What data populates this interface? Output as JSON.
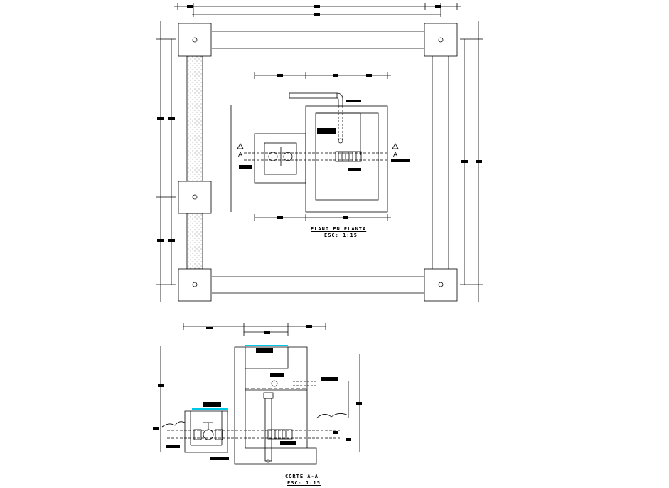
{
  "plan_view": {
    "title": "PLANO EN PLANTA",
    "scale": "ESC: 1:15"
  },
  "section_view": {
    "title": "CORTE A-A",
    "scale": "ESC: 1:15"
  },
  "section_markers": {
    "left": "A",
    "right": "A"
  },
  "colors": {
    "line": "#000000",
    "accent": "#00c8e6",
    "background": "#ffffff"
  }
}
